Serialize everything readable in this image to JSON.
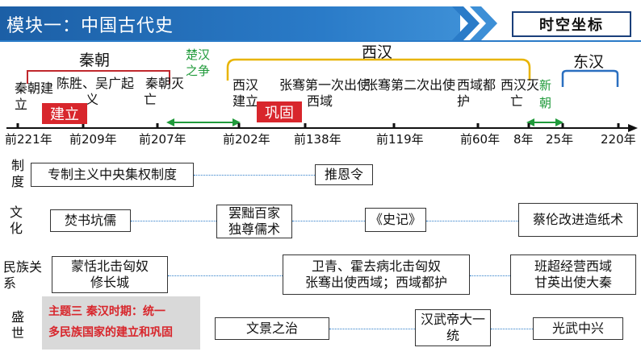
{
  "header": {
    "title": "模块一：中国古代史",
    "coord_label": "时空坐标",
    "color": "#2a7bc8"
  },
  "eras": {
    "qin": "秦朝",
    "xihan": "西汉",
    "donghan": "东汉"
  },
  "transitions": {
    "chu_han": [
      "楚汉",
      "之争"
    ],
    "xin": [
      "新",
      "朝"
    ]
  },
  "events": {
    "qin_founded": [
      "秦朝建",
      "立"
    ],
    "chen_wu": [
      "陈胜、吴广起",
      "义"
    ],
    "qin_fall": [
      "秦朝灭",
      "亡"
    ],
    "xihan_founded": [
      "西汉",
      "建立"
    ],
    "zhang_qian_1": [
      "张骞第一次出使",
      "西域"
    ],
    "zhang_qian_2": "张骞第二次出使",
    "protectorate": [
      "西域都",
      "护"
    ],
    "xihan_fall": [
      "西汉灭",
      "亡"
    ]
  },
  "tags": {
    "jianli": "建立",
    "gonggu": "巩固"
  },
  "ticks": [
    "前221年",
    "前209年",
    "前207年",
    "前202年",
    "前138年",
    "前119年",
    "前60年",
    "8年",
    "25年",
    "220年"
  ],
  "categories": {
    "institution": [
      "制",
      "度"
    ],
    "culture": [
      "文",
      "化"
    ],
    "ethnic": [
      "民族关",
      "系"
    ],
    "prosperity": [
      "盛",
      "世"
    ]
  },
  "rows": {
    "institution": [
      "专制主义中央集权制度",
      "推恩令"
    ],
    "culture": [
      "焚书坑儒",
      [
        "罢黜百家",
        "独尊儒术"
      ],
      "《史记》",
      "蔡伦改进造纸术"
    ],
    "ethnic": [
      [
        "蒙恬北击匈奴",
        "修长城"
      ],
      [
        "卫青、霍去病北击匈奴",
        "张骞出使西域；西域都护"
      ],
      [
        "班超经营西域",
        "甘英出使大秦"
      ]
    ],
    "prosperity": [
      "文景之治",
      [
        "汉武帝大一",
        "统"
      ],
      "光武中兴"
    ]
  },
  "theme": {
    "line1": "主题三    秦汉时期：统一",
    "line2": "多民族国家的建立和巩固"
  },
  "colors": {
    "qin_bracket": "#c0282d",
    "xihan_bracket": "#e8b400",
    "donghan_bracket": "#2a6fc0",
    "green": "#1f9a3a",
    "tag_red": "#d8262c"
  }
}
